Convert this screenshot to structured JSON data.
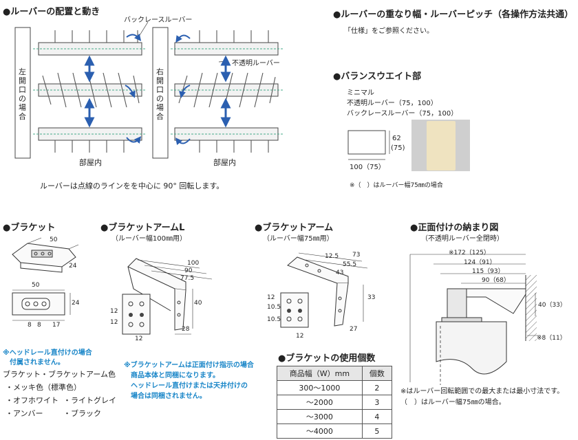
{
  "louver": {
    "heading": "●ルーバーの配置と動き",
    "backlace_label": "バックレースルーバー",
    "opaque_label": "不透明ルーバー",
    "left_label": "左開口の場合",
    "right_label": "右開口の場合",
    "room1": "部屋内",
    "room2": "部屋内",
    "caption": "ルーバーは点線のラインをを中心に 90° 回転します。"
  },
  "overlap": {
    "heading": "●ルーバーの重なり幅・ルーバーピッチ（各操作方法共通）",
    "note": "「仕様」をご参照ください。"
  },
  "balance": {
    "heading": "●バランスウエイト部",
    "line1": "ミニマル",
    "line2": "不透明ルーバー（75，100）",
    "line3": "バックレースルーバー（75，100）",
    "height": "62",
    "height_alt": "(75)",
    "width": "100（75）",
    "note": "※（　）はルーバー幅75㎜の場合"
  },
  "bracket": {
    "heading": "●ブラケット",
    "dim_50_top": "50",
    "dim_24_top": "24",
    "dim_50": "50",
    "dim_24": "24",
    "dim_8a": "8",
    "dim_8b": "8",
    "dim_17": "17",
    "note_line1": "※ヘッドレール直付けの場合",
    "note_line2": "付属されません。",
    "color_title": "ブラケット・ブラケットアーム色",
    "colors": [
      "・メッキ色（標準色）",
      "・オフホワイト",
      "・ライトグレイ",
      "・アンバー",
      "・ブラック"
    ]
  },
  "arm_l": {
    "heading": "●ブラケットアームL",
    "sub": "（ルーバー幅100㎜用）",
    "d100": "100",
    "d90": "90",
    "d775": "77.5",
    "d40": "40",
    "d28": "28",
    "d12": "12",
    "d12b": "12",
    "d12c": "12"
  },
  "arm": {
    "heading": "●ブラケットアーム",
    "sub": "（ルーバー幅75㎜用）",
    "d73": "73",
    "d555": "55.5",
    "d125": "12.5",
    "d43": "43",
    "d33": "33",
    "d27": "27",
    "d12": "12",
    "d105a": "10.5",
    "d105b": "10.5",
    "d12b": "12"
  },
  "arm_note": {
    "line1": "※ブラケットアームは正面付け指示の場合",
    "line2": "商品本体と同梱になります。",
    "line3": "ヘッドレール直付けまたは天井付けの",
    "line4": "場合は同梱されません。"
  },
  "count": {
    "heading": "●ブラケットの使用個数",
    "col1": "商品幅（W）mm",
    "col2": "個数",
    "rows": [
      {
        "w": "300～1000",
        "n": "2"
      },
      {
        "w": "～2000",
        "n": "3"
      },
      {
        "w": "～3000",
        "n": "4"
      },
      {
        "w": "～4000",
        "n": "5"
      }
    ]
  },
  "front": {
    "heading": "●正面付けの納まり図",
    "sub": "（不透明ルーバー全閉時）",
    "d172": "※172（125）",
    "d124": "124（91）",
    "d115": "115（93）",
    "d90": "90（68）",
    "d40": "40（33）",
    "d8": "※8（11）",
    "note1": "※はルーバー回転範囲での最大または最小寸法です。",
    "note2": "（　）はルーバー幅75㎜の場合。"
  }
}
